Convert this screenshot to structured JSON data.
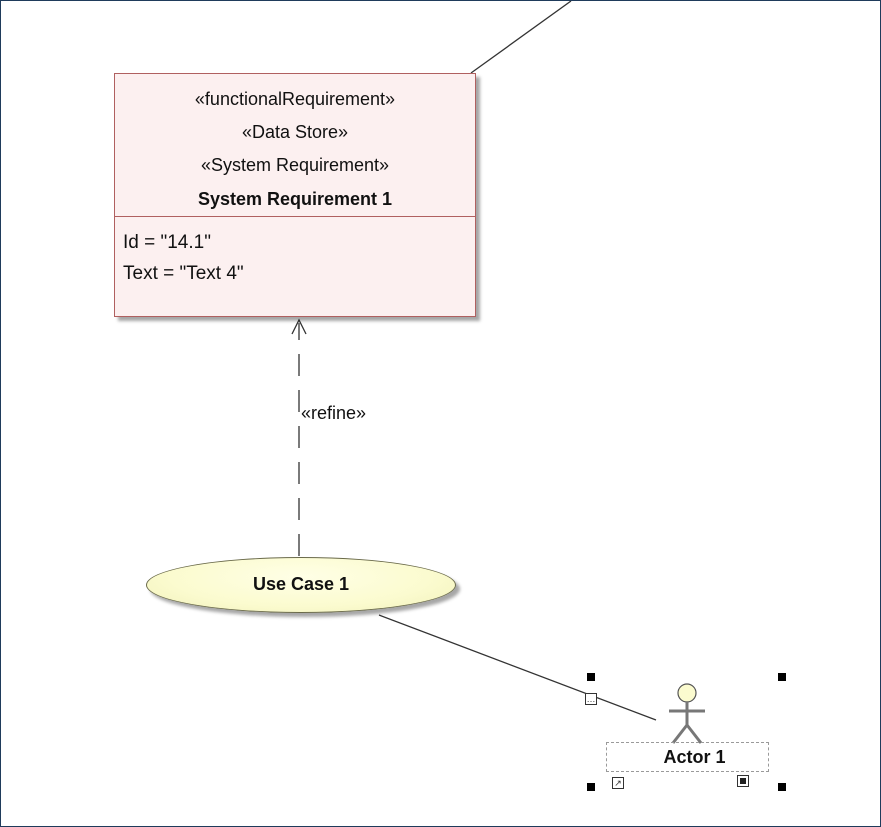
{
  "requirement": {
    "stereotypes": [
      "«functionalRequirement»",
      "«Data Store»",
      "«System Requirement»"
    ],
    "name": "System Requirement 1",
    "attributes": [
      "Id = \"14.1\"",
      "Text = \"Text 4\""
    ],
    "fill_color": "#fcf0f0",
    "border_color": "#b06060"
  },
  "relationship": {
    "label": "«refine»"
  },
  "use_case": {
    "name": "Use Case 1",
    "fill_color": "#fbfbcf"
  },
  "actor": {
    "name": "Actor 1",
    "icon": "stick-figure-actor-icon"
  }
}
